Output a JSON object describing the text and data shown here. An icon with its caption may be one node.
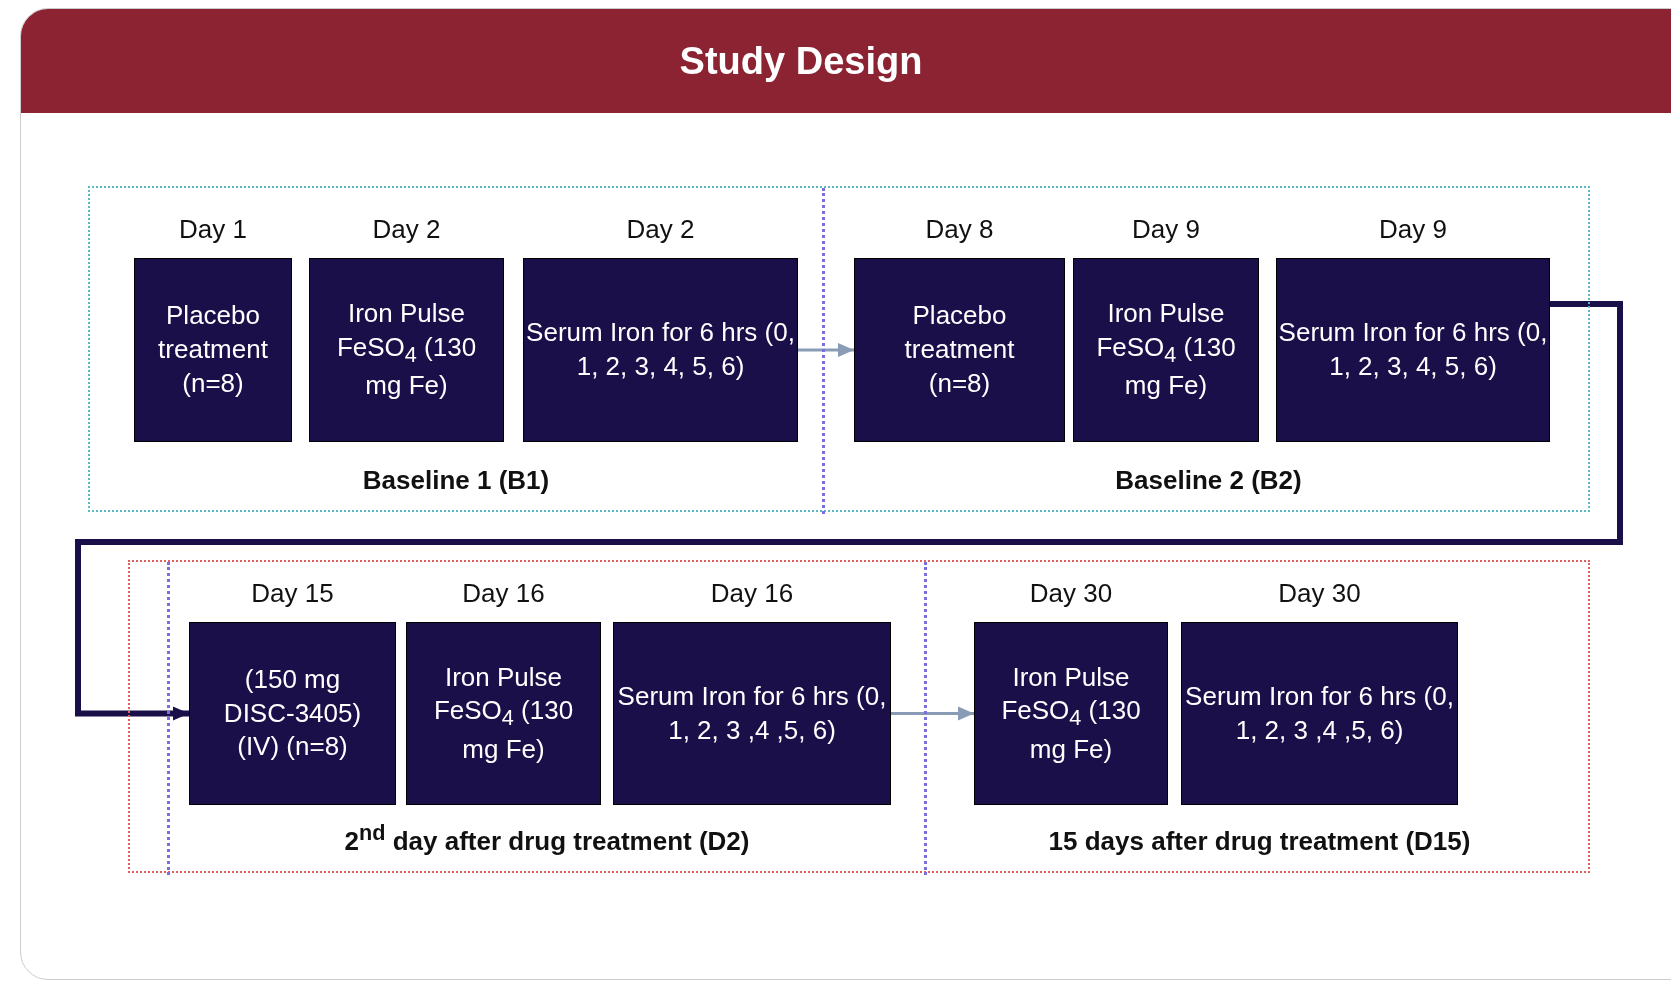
{
  "diagram": {
    "title": "Study Design",
    "nodes": [
      {
        "text": [],
        "shape": "box"
      },
      {
        "text": [
          "Baseline 1 (B1)"
        ],
        "in": 0
      },
      {
        "text": [
          "Placebo treatment (n=8)"
        ],
        "in": 1,
        "beside": [
          "Day 1"
        ]
      },
      {
        "text": [
          "Iron Pulse FeSO$_{4}$ (130 mg Fe)"
        ],
        "in": 1,
        "beside": [
          "Day 2"
        ]
      },
      {
        "text": [
          "Serum Iron for 6 hrs (0, 1, 2, 3, 4, 5, 6)"
        ],
        "in": 1,
        "beside": [
          "Day 2"
        ]
      },
      {
        "text": [
          "Baseline 2 (B2)"
        ],
        "in": 0
      },
      {
        "text": [
          "Placebo treatment (n=8)"
        ],
        "in": 5,
        "beside": [
          "Day 8"
        ]
      },
      {
        "text": [
          "Iron Pulse FeSO$_{4}$ (130 mg Fe)"
        ],
        "in": 5,
        "beside": [
          "Day 9"
        ]
      },
      {
        "text": [
          "Serum Iron for 6 hrs (0, 1, 2, 3, 4, 5, 6)"
        ],
        "in": 5,
        "beside": [
          "Day 9"
        ]
      },
      {
        "text": [],
        "shape": "box"
      },
      {
        "text": [
          "2$^{nd}$ day after drug treatment (D2)"
        ],
        "in": 9
      },
      {
        "text": [
          "(150 mg DISC-3405) (IV) (n=8)"
        ],
        "in": 10,
        "beside": [
          "Day 15"
        ]
      },
      {
        "text": [
          "Iron Pulse FeSO$_{4}$ (130 mg Fe)"
        ],
        "in": 10,
        "beside": [
          "Day 16"
        ]
      },
      {
        "text": [
          "Serum Iron for 6 hrs (0, 1, 2, 3 ,4 ,5, 6)"
        ],
        "in": 10,
        "beside": [
          "Day 16"
        ]
      },
      {
        "text": [
          "15 days after drug treatment (D15)"
        ],
        "in": 9
      },
      {
        "text": [
          "Iron Pulse FeSO$_{4}$ (130 mg Fe)"
        ],
        "in": 14,
        "beside": [
          "Day 30"
        ]
      },
      {
        "text": [
          "Serum Iron for 6 hrs (0, 1, 2, 3 ,4 ,5, 6)"
        ],
        "in": 14,
        "beside": [
          "Day 30"
        ]
      }
    ],
    "edges": [
      {
        "from": 4,
        "to": 6,
        "arrow": "to"
      },
      {
        "from": 8,
        "to": 11,
        "arrow": "to",
        "style": "thick",
        "color": "#1b0f4a"
      },
      {
        "from": 13,
        "to": 15,
        "arrow": "to"
      }
    ]
  }
}
